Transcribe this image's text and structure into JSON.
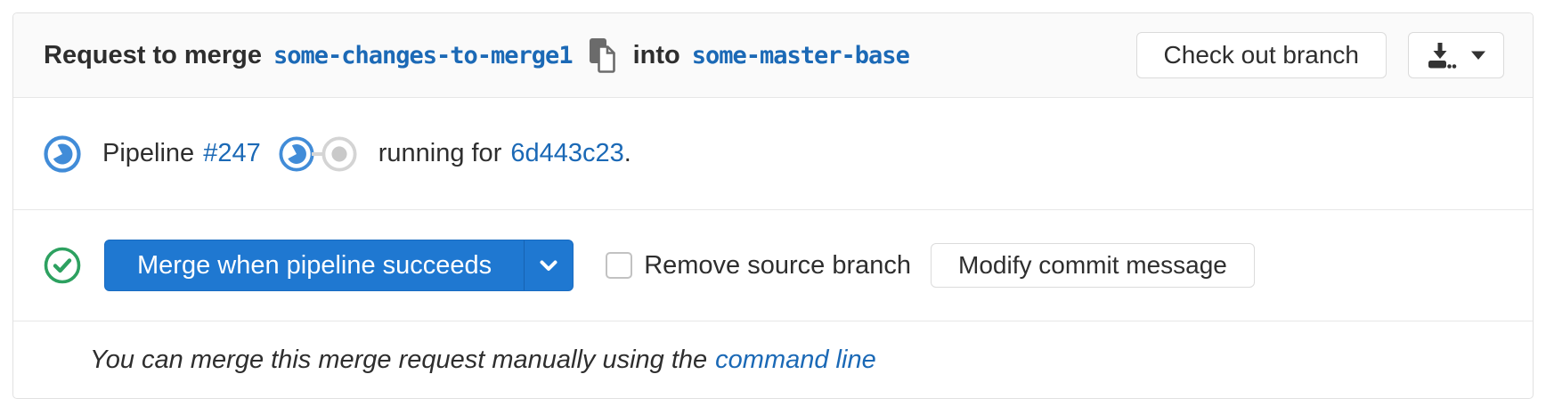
{
  "header": {
    "request_text": "Request to merge",
    "source_branch": "some-changes-to-merge1",
    "into_text": "into",
    "target_branch": "some-master-base",
    "checkout_button": "Check out branch"
  },
  "pipeline": {
    "label": "Pipeline",
    "number": "#247",
    "status_text": "running for",
    "commit": "6d443c23",
    "suffix": "."
  },
  "merge": {
    "merge_button": "Merge when pipeline succeeds",
    "remove_source_branch_label": "Remove source branch",
    "remove_source_branch_checked": false,
    "modify_commit_button": "Modify commit message"
  },
  "footer": {
    "text": "You can merge this merge request manually using the",
    "link": "command line"
  },
  "icons": {
    "copy": "copy-to-clipboard (two stacked documents)",
    "download": "download-arrow-into-tray",
    "caret_down": "▾",
    "chevron_down": "⌄",
    "pipeline_running": "blue pie-circle (running status)",
    "stage_running": "blue pie-circle (running stage)",
    "stage_pending": "gray dot-circle (pending stage)",
    "mergeable_check": "green check-circle"
  },
  "colors": {
    "link_blue": "#1b69b6",
    "footer_link_blue": "#2574c9",
    "primary_button_blue": "#1f78d1",
    "running_icon_blue": "#418cd8",
    "success_green": "#2da160",
    "pending_gray": "#d4d4d4",
    "header_background": "#fafafa",
    "border_gray": "#e1e1e1"
  }
}
